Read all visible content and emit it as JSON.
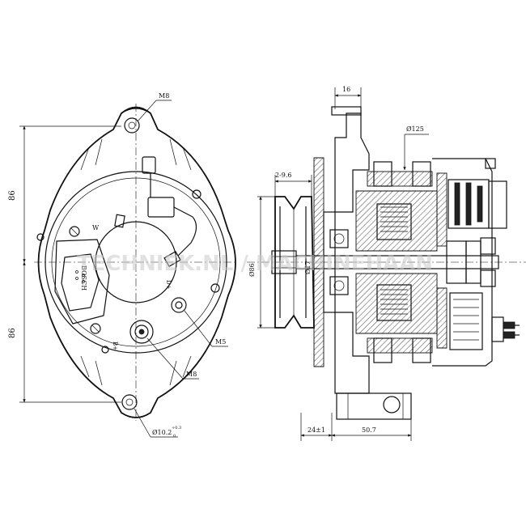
{
  "front_view": {
    "dim_top_height": "86",
    "dim_bottom_height": "86",
    "label_m8_top": "M8",
    "label_m5": "M5",
    "label_m8_bottom": "M8",
    "label_hole": "Ø10.2",
    "label_hole_tol": "+0.3",
    "label_hole_tol_low": "0",
    "brand_text": "BOSCH",
    "terminal_w": "W",
    "terminal_b_plus": "B+",
    "terminal_d_plus": "D+"
  },
  "side_view": {
    "dim_16": "16",
    "dim_diameter_125": "Ø125",
    "dim_groove": "2-9.6",
    "dim_diameter_86": "Ø86",
    "dim_diameter_17": "Ø17",
    "dim_24": "24±1",
    "dim_50_7": "50.7"
  },
  "watermark": "TECHNIEK.NL / MACHINEHAAN",
  "colors": {
    "line": "#111111",
    "watermark": "#c9c9c9",
    "background": "#ffffff"
  }
}
